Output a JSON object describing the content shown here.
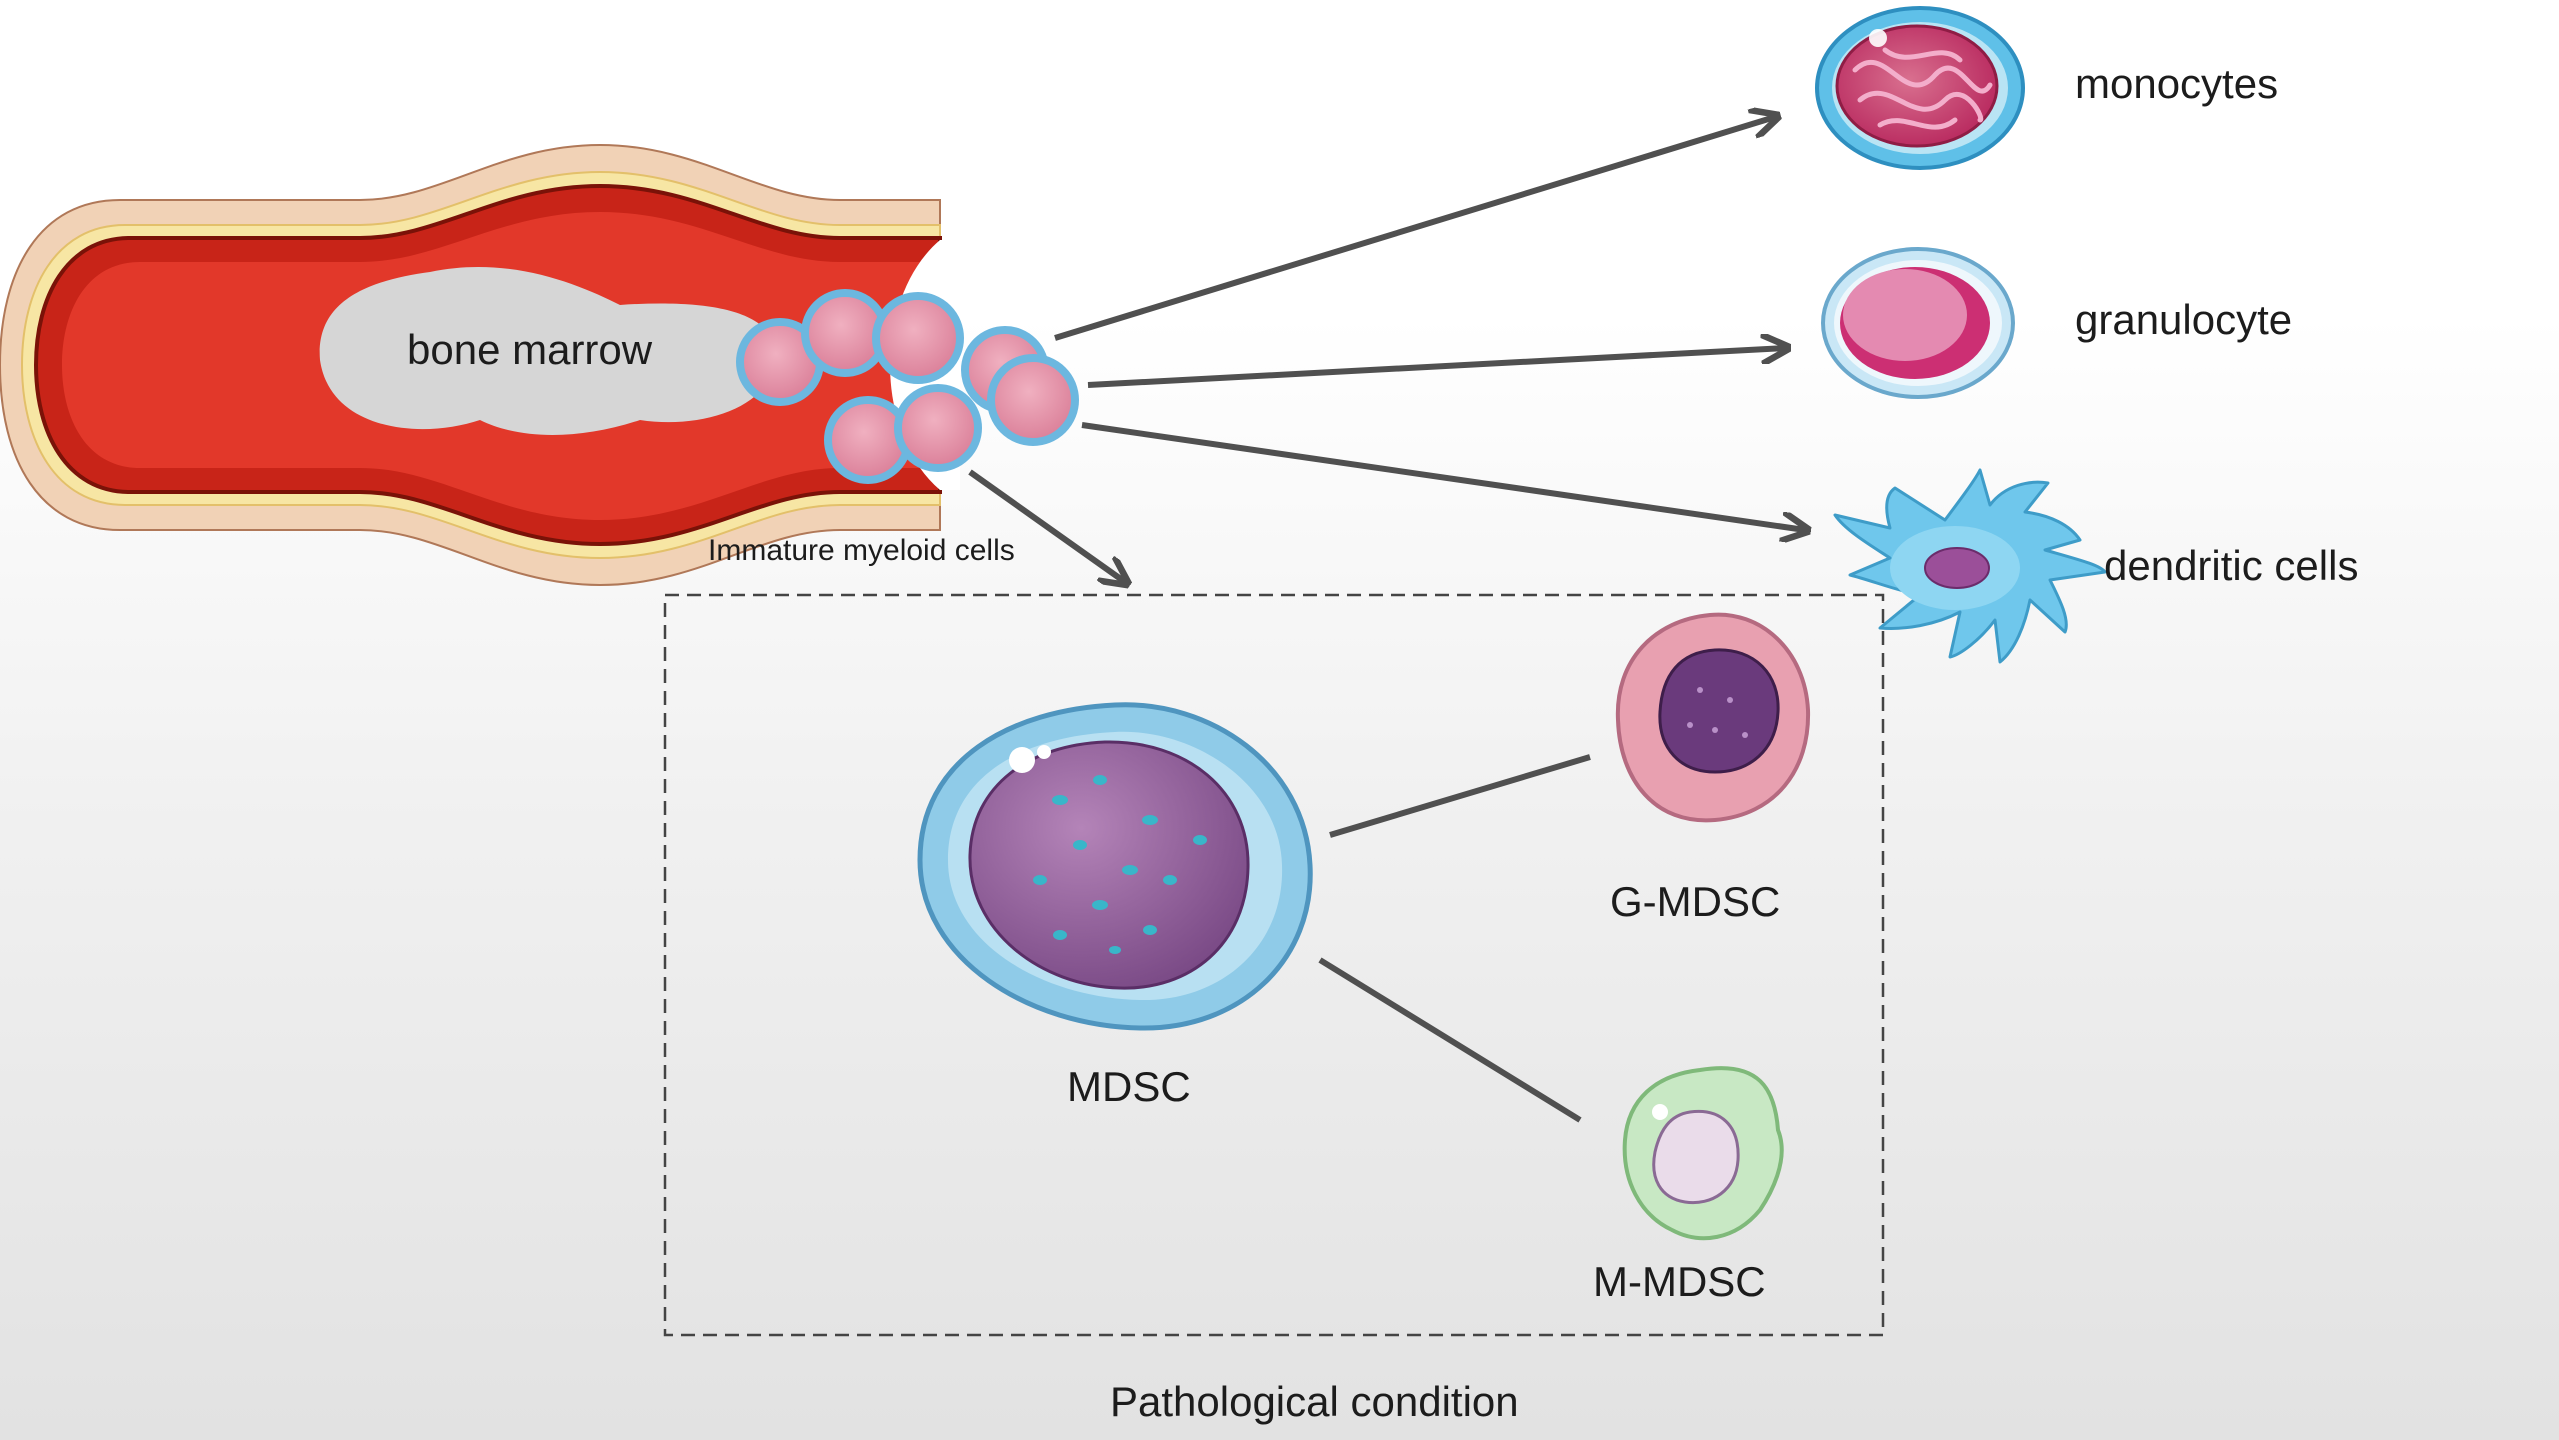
{
  "labels": {
    "bone_marrow": "bone marrow",
    "immature": "Immature myeloid cells",
    "monocytes": "monocytes",
    "granulocyte": "granulocyte",
    "dendritic": "dendritic cells",
    "mdsc": "MDSC",
    "g_mdsc": "G-MDSC",
    "m_mdsc": "M-MDSC",
    "pathological": "Pathological condition"
  },
  "colors": {
    "vessel_red": "#e2382a",
    "vessel_wall": "#f1d2b6",
    "marrow": "#d6d6d6",
    "arrow": "#505050",
    "cell_border": "#6cb7df",
    "cell_fill": "#e58aa0"
  }
}
